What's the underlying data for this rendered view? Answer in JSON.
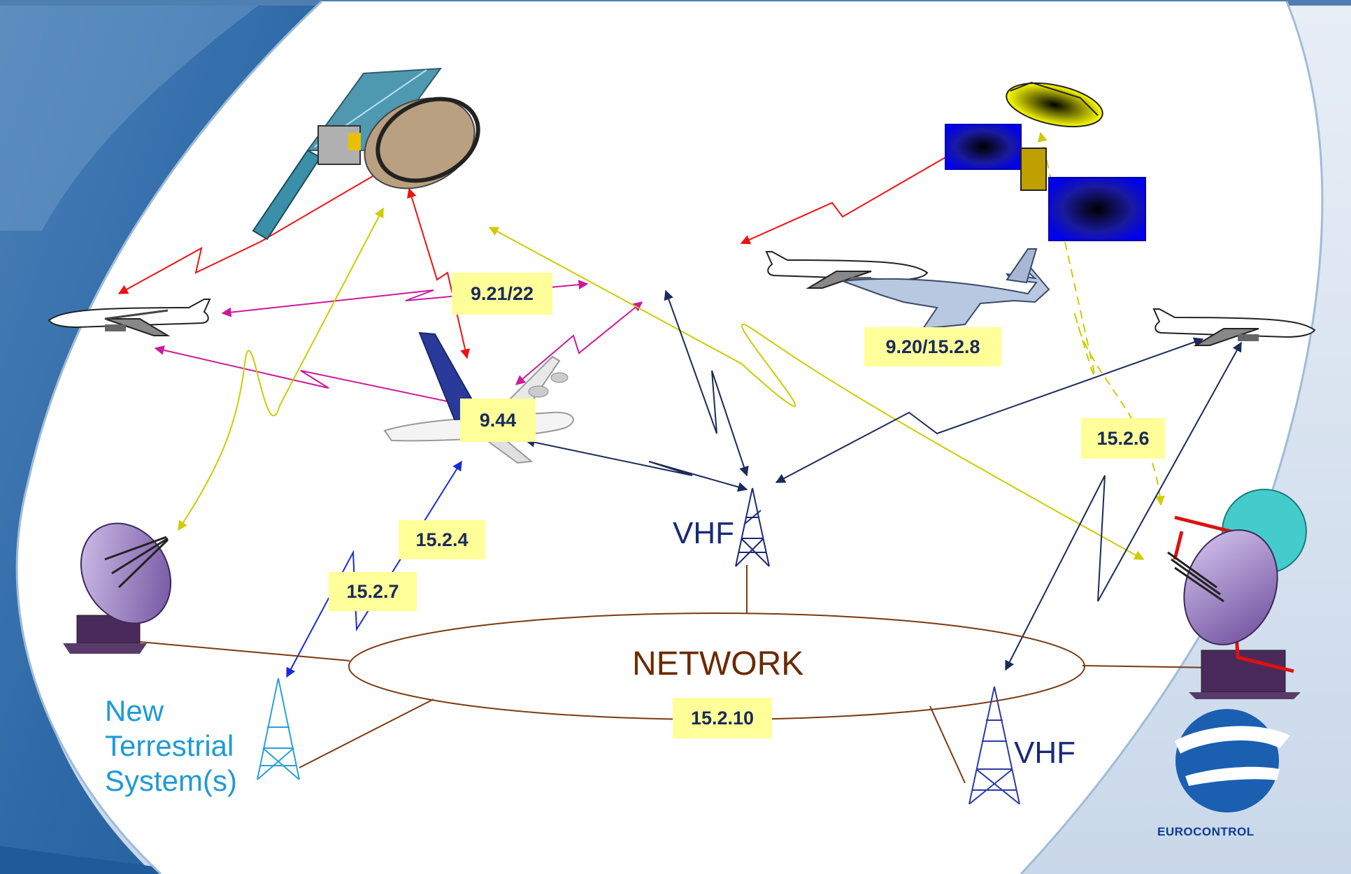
{
  "labels": {
    "l1": "9.21/22",
    "l2": "9.20/15.2.8",
    "l3": "9.44",
    "l4": "15.2.6",
    "l5": "15.2.4",
    "l6": "15.2.7",
    "l7": "15.2.10"
  },
  "text": {
    "vhf_center": "VHF",
    "vhf_right": "VHF",
    "network": "NETWORK",
    "new_terrestrial": "New Terrestrial System(s)",
    "logo_name": "EUROCONTROL"
  },
  "colors": {
    "satellite_link": "#ee1111",
    "air_air_link": "#cc1a99",
    "satcom_ground_link": "#cccc00",
    "vhf_link": "#1a2a5a",
    "new_system_link": "#1a2ad6",
    "network_line": "#7a3a10",
    "label_bg": "#ffff99"
  },
  "icons": [
    "satellite-large-icon",
    "satellite-small-icon",
    "airliner-icon",
    "a380-icon",
    "fighter-jet-icon",
    "vhf-tower-icon",
    "dish-antenna-icon",
    "eurocontrol-logo"
  ]
}
